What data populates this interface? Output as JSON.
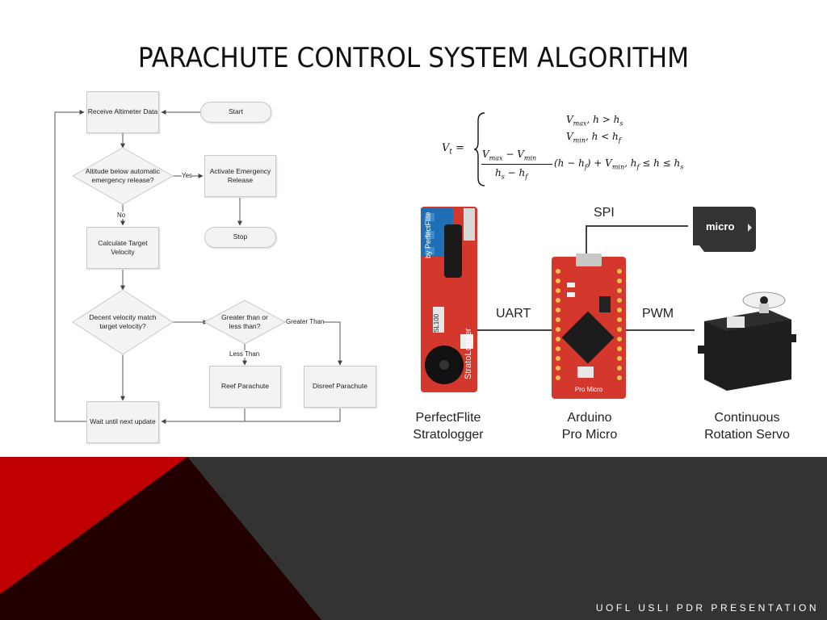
{
  "slide": {
    "title": "PARACHUTE CONTROL SYSTEM ALGORITHM",
    "footer": "UOFL USLI PDR PRESENTATION"
  },
  "flowchart": {
    "receive": "Receive Altimeter Data",
    "start": "Start",
    "altitude_check": "Altitude below automatic emergency release?",
    "emergency": "Activate Emergency Release",
    "stop": "Stop",
    "calculate": "Calculate Target Velocity",
    "velocity_match": "Decent velocity match target velocity?",
    "compare": "Greater than or less than?",
    "reef": "Reef Parachute",
    "disreef": "Disreef Parachute",
    "wait": "Wait until next update",
    "label_yes": "Yes",
    "label_no": "No",
    "label_greater": "Greater Than",
    "label_less": "Less Than"
  },
  "equation": {
    "lhs": "V",
    "lhs_sub": "t",
    "case1": ", h >  h",
    "case2": ", h < h",
    "case3_cond": ", h",
    "case3_mid": " ≤ h ≤ h"
  },
  "hardware": {
    "stratologger_label_1": "PerfectFlite",
    "stratologger_label_2": "Stratologger",
    "arduino_label_1": "Arduino",
    "arduino_label_2": "Pro Micro",
    "servo_label_1": "Continuous",
    "servo_label_2": "Rotation Servo",
    "bus_spi": "SPI",
    "bus_uart": "UART",
    "bus_pwm": "PWM",
    "sd_text": "micro",
    "stratologger_board_text": "StratoLogger",
    "stratologger_brand": "by PerfectFlite",
    "sl_model": "SL100",
    "arduino_board_text": "Pro Micro"
  },
  "colors": {
    "accent_red": "#c00000",
    "dark_red": "#230000",
    "footer_gray": "#333333",
    "board_red": "#d4372c"
  }
}
